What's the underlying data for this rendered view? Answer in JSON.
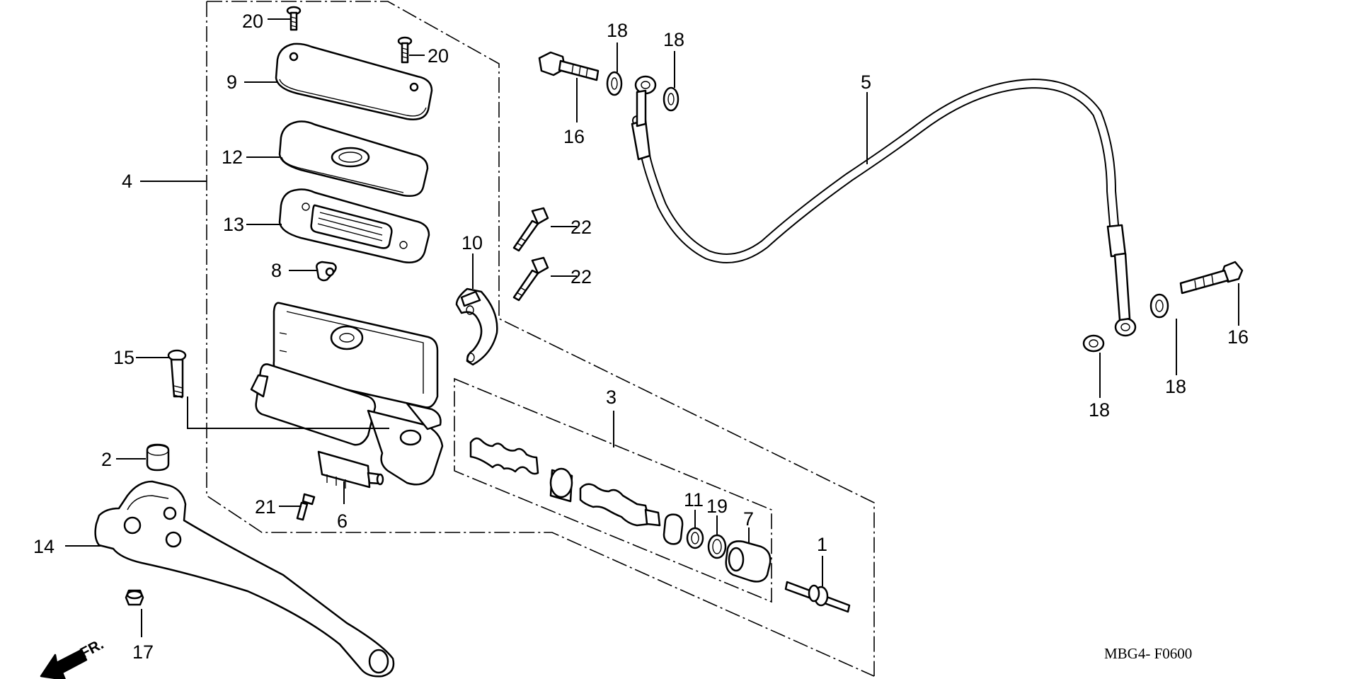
{
  "diagram": {
    "code": "MBG4- F0600",
    "front_marker": "FR.",
    "callouts": [
      "1",
      "2",
      "3",
      "4",
      "5",
      "6",
      "7",
      "8",
      "9",
      "10",
      "11",
      "12",
      "13",
      "14",
      "15",
      "16",
      "16",
      "17",
      "18",
      "18",
      "18",
      "18",
      "19",
      "20",
      "20",
      "21",
      "22",
      "22"
    ]
  }
}
